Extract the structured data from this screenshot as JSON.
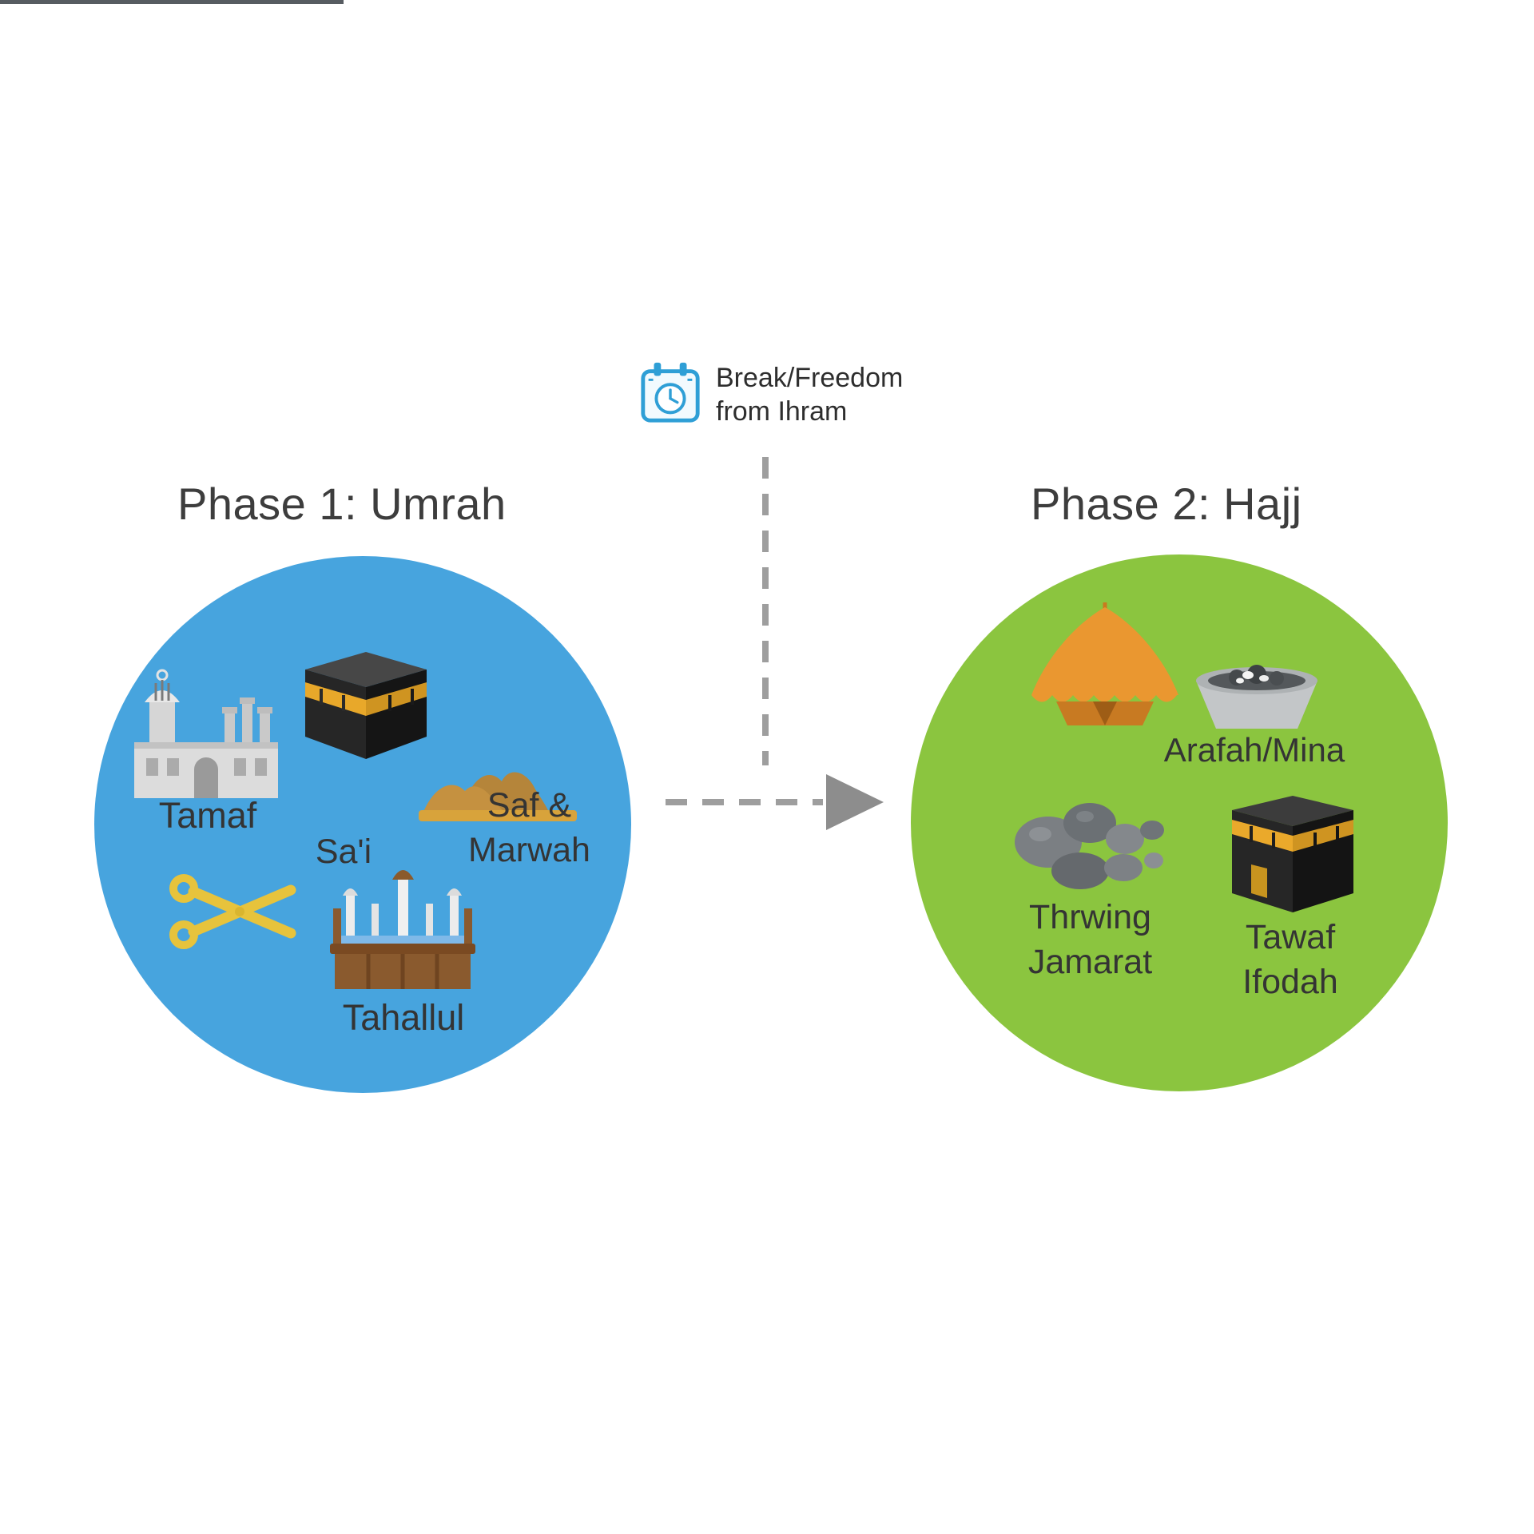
{
  "connector": {
    "label_line1": "Break/Freedom",
    "label_line2": "from Ihram",
    "icon": "calendar-clock-icon",
    "line_color": "#9e9e9e",
    "arrow_color": "#8d8d8d",
    "icon_color": "#2f9fd6"
  },
  "phase1": {
    "title": "Phase 1: Umrah",
    "circle_color": "#47a4de",
    "labels": {
      "tawaf": "Tamaf",
      "sai": "Sa'i",
      "safa_line1": "Saf &",
      "safa_line2": "Marwah",
      "tahallul": "Tahallul"
    },
    "icons": [
      "mosque-icon",
      "kaaba-icon",
      "safa-marwah-hills-icon",
      "scissors-icon",
      "tahallul-structure-icon"
    ]
  },
  "phase2": {
    "title": "Phase 2: Hajj",
    "circle_color": "#8bc53f",
    "labels": {
      "arafah_mina": "Arafah/Mina",
      "jamarat_line1": "Thrwing",
      "jamarat_line2": "Jamarat",
      "tawaf_ifadah_line1": "Tawaf",
      "tawaf_ifadah_line2": "Ifodah"
    },
    "icons": [
      "tent-icon",
      "stone-basin-icon",
      "pebbles-icon",
      "kaaba-icon"
    ]
  }
}
